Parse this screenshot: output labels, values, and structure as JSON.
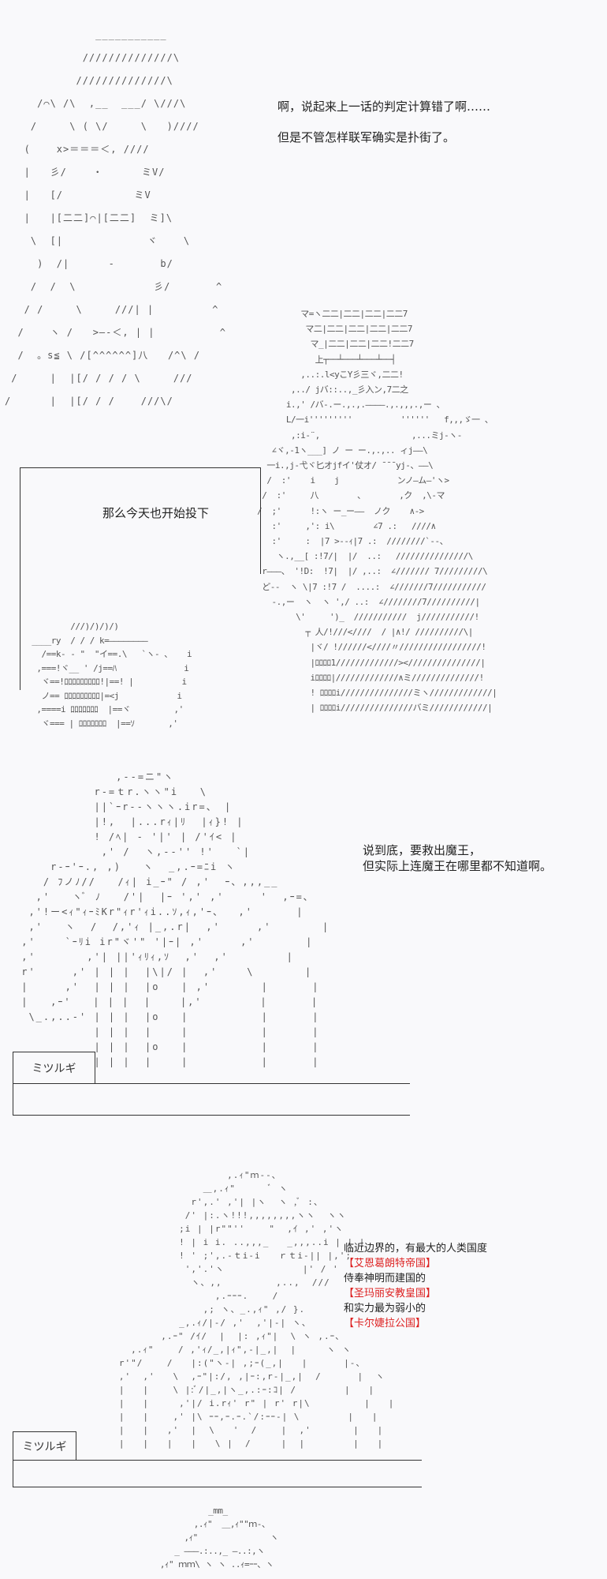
{
  "panels": [
    {
      "id": "panel-1",
      "dialog": [
        "啊，说起来上一话的判定计算错了啊……",
        "但是不管怎样联军确实是扑街了。"
      ],
      "art": "              ___________\n            //////////////\\\n           //////////////\\\n     /⌒\\ /\\  ,__  ___/ \\///\\\n    /     \\ ( \\/     \\   )////\n   (    x>＝＝＝＜, ////\n   |   彡/    ・      ミV/\n   |   [/           ミV\n   |   |[二二]⌒|[二二]  ミ]\\\n    \\  [|             ヾ    \\\n     )  /|      -       b/\n    /  /  \\            彡/       ^\n   / /     \\     ///| |         ^\n  /    ヽ /   >―-＜, | |          ^\n  /  。s≦ \\ /[^^^^^^]八   /^\\ /\n /     |  |[/ / / / \\     ///\n/      |  |[/ / /    ///\\/"
    },
    {
      "id": "panel-2",
      "dialog": [
        "那么今天也开始投下"
      ],
      "art": "          マ=ヽ二二|二二|二二|二二7\n           マ二|二二|二二|二二|二二7\n            マ_|二二|二二|二二!二二7\n             上┬──┴───┴───┴──┤\n          ,..:.l<yこY彡三ヾ,二二!\n        ,../ jバ::..,_彡入ン,7二之\n       i.,' /バ-.ー.,.,.――――.,.,,,.,ー 、\n       L/一i'''''''''          ''''''   f,,,ゞ一 、\n        ,:i‐¨,                   ,...ミj-ヽ-\n    ∠ヾ,-1ヽ___] ノ ー ー.,.,.. ィj――\\\n   一i.,j-弋ヾ匕オjfイ'仗オ/ ̄ ̄ ̄ yj-、――\\\n   /  :'    i    j            ンノ―ム―'ヽ>\n  /  :'     八        、       ,ク  ,\\-マ\n /  ;'      !:ヽ ー_ー――  ノク    ∧->\n    :'     ,': i\\        ∠7 .:   ////∧\n    :'     :  |7 >‐-ｨ|7 .:  ////////`‐-、\n     ヽ.,__[ :!7/|  |/  ..:   ///////////////\\\n  r―――、 '!D:  !7|  |/ ,..:  ∠/////// 7/////////\\\n  ど‐-  ヽ \\|7 :!7 /  ....:  ∠///////7///////////\n    -.,ー  ヽ  ヽ ',/ ..:  ∠////////7//////////|\n         \\'     ')_  ///////////  j///////////!\n           ┬ 人/!///<////  / |∧!/ //////////\\|\n            |ヾ/ !//////<////〃/////////////////!\n            |ﾛﾛﾛﾛ1/////////////><///////////////|\n            iﾛﾛﾛﾛ|/////////////∧ミ//////////////!\n            ! ﾛﾛﾛﾛi///////////////ミヽ/////////////|\n            | ﾛﾛﾛﾛi///////////////バミ////////////|",
      "hand_art": "          ///)/)/)/)\n  ____ry  / / / k=――――――――\n    /==k- ‐ \"  \"イ==.\\   `ヽ‐ 、   i\n   ,===!ヾ__ ' /j==ﾊ              i\n    ヾ==!ﾛﾛﾛﾛﾛﾛﾛﾛﾛ!|==! |          i\n    ノ== ﾛﾛﾛﾛﾛﾛﾛﾛﾛ|=<j            i\n   ,====i ﾛﾛﾛﾛﾛﾛﾛ  |==ヾ         ,'\n    ヾ=== | ﾛﾛﾛﾛﾛﾛﾛ  |==ｿ       ,'"
    },
    {
      "id": "panel-3",
      "dialog": [
        "说到底，要救出魔王，",
        "但实际上连魔王在哪里都不知道啊。"
      ],
      "speaker": "ミツルギ",
      "art": "              ,‐-=ニ\"ヽ\n           r‐=ｔr.ヽヽ\"i   \\\n           ||`ｰr‐‐ヽヽヽ.ir=、 |\n           |!,  |...rｨ|ﾘ  |ｨ}! |\n           ! /ﾍ| ‐ '|' | /'ｲ< |\n            ,' /  ヽ,--'' !'   `|\n     r‐ｰ'ｰ., ,)   ヽ  _,.ｰ=ﾆi ヽ\n    / ﾌノﾉ//   /ｨ| i_ｰ\" / ,'  ｰ、,,,__\n   ,'   ヽﾞ ﾉ   /'|  |ｰ ',' ,'     '  ,ｰ=､\n  ,'!ー<ｨ\"ｨｰﾐKr\"ｨr'ｨi..ｿ,ｨ,'ｰ、  ,'      |\n  ,'   ヽ  /  /,'ｨ |_,.r|  ,'     ,'       |\n ,'    `ｰﾘi ir\"ヾ'\" '|ｰ| ,'     ,'       |\n ,'       ,'| ||'ｨﾘｨ,ｿ  ,'  ,'        |\n r'     ,' | | |  |\\|/ |  ,'    \\       |\n |     ,'  | | |  |o   | ,'       |      |\n |   ,ｰ'   | | |  |    |,'        |      |\n  \\_.,..-' | | |  |o   |          |      |\n           | | |  |    |          |      |\n           | | |  |o   |          |      |\n           | | |  |    |          |      |"
    },
    {
      "id": "panel-4",
      "dialog": [
        {
          "text": "临近边界的，有最大的人类国度",
          "highlight": false
        },
        {
          "text": "【艾恩葛朗特帝国】",
          "highlight": true
        },
        {
          "text": "侍奉神明而建国的",
          "highlight": false
        },
        {
          "text": "【圣玛丽安教皇国】",
          "highlight": true
        },
        {
          "text": "和实力最为弱小的",
          "highlight": false
        },
        {
          "text": "【卡尔婕拉公国】",
          "highlight": true
        }
      ],
      "speaker": "ミツルギ",
      "highlight_color": "#dd2222",
      "art": "                     ,.ｨ\"ｍ-‐、\n                 ＿,.ｨ\"      ﾞ ヽ\n               r',.' ,'| |ヽ  ヽ ,ﾞ :、\n              /' |:.ヽ!!!,,,,,,,,ヽヽ  ヽヽ\n             ;i | |r\"\"''    \"  ,ｲ ,' ,'ヽ\n             ! | i i. ..,,,_   _,,,..i | | |\n             ! ' ;',.-ｔi-i   ｒｔi-|| |,';\n              ','.'ヽ             |' / '\n               ヽ、,,         ,..,  ///\n                   ,.ｰｰｰ.    /\n                 ,; ヽ、_.,ｨ\" ,/ }.\n             _,.ｨ/|‐/ ,'  ,'|‐| ヽ、\n          ,.ｰ\" /ｲ/  |  |: ,ｨ\"|  \\ ヽ ,.ｰ、\n     ,.ｨ\"    / ,'ｨ/_,|ｨ\",-|_,|  |     ヽ ヽ\n   r'\"/    /   |:(\"ヽ-| ,;ｰ(_,|   |      |‐、\n   ,'  ,'   \\  ,ｰ\"|:/, ,|ｰ:,r‐|_,|  /      |  ヽ\n   |   |    \\ |:ﾞ/|_,|ヽ_,.:ｰ:ｺ| /        |   |\n   |   |     ,'|/ i.rｨ' r\" | r' r|\\         |   |\n   |   |    ,' |\\ ｰｰ,ｰ.ｰ.`/:ｰｰ-| \\        |   |\n   |   |   ,'  |  \\   '  /    |  ,'       |   |\n   |   |   |   |   \\ |  /     |  |        |   |"
    },
    {
      "id": "panel-5",
      "art": "                 _mm_\n              ,.ｨ\"  ＿,ｨ\"\"ｍ-、\n            ,ｨ\"               ヽ\n          _ ―――.:..,_ ―..:,ヽ\n       ,ｨ\" ｍｍ\\ ヽ ヽ ..ｨ=ｰｰ、ヽ"
    }
  ]
}
